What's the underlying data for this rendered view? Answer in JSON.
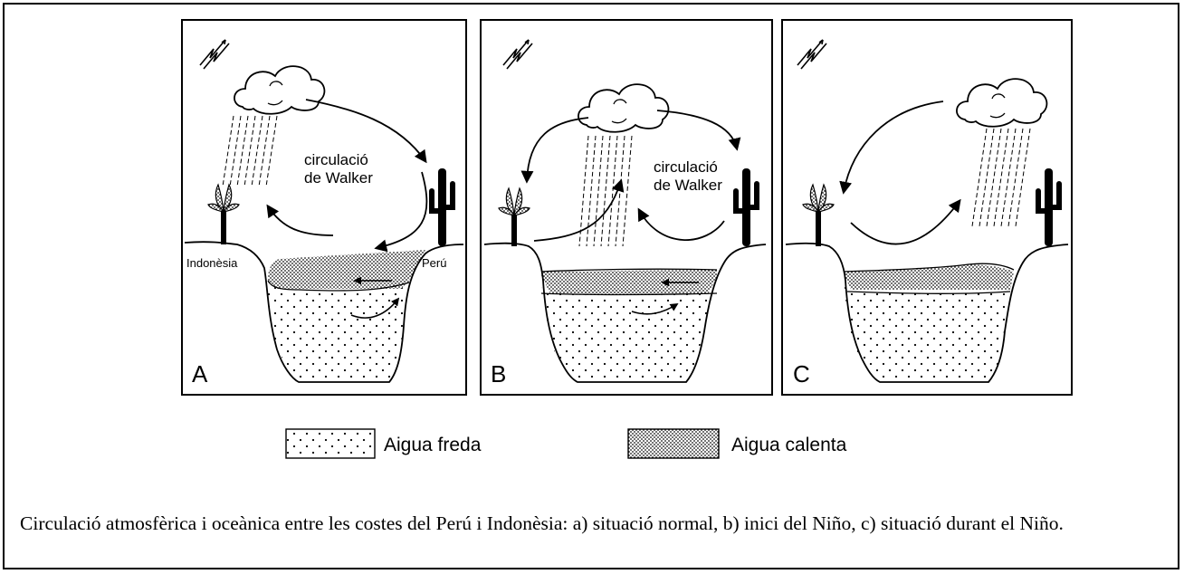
{
  "panels": [
    {
      "label": "A",
      "left_label": "Indonèsia",
      "right_label": "Perú",
      "walker_line1": "circulació",
      "walker_line2": "de Walker"
    },
    {
      "label": "B",
      "walker_line1": "circulació",
      "walker_line2": "de Walker"
    },
    {
      "label": "C"
    }
  ],
  "legend": {
    "cold": "Aigua freda",
    "warm": "Aigua calenta"
  },
  "caption": "Circulació atmosfèrica i oceànica entre les costes del Perú i Indonèsia: a) situació normal, b) inici del Niño, c) situació durant el Niño."
}
